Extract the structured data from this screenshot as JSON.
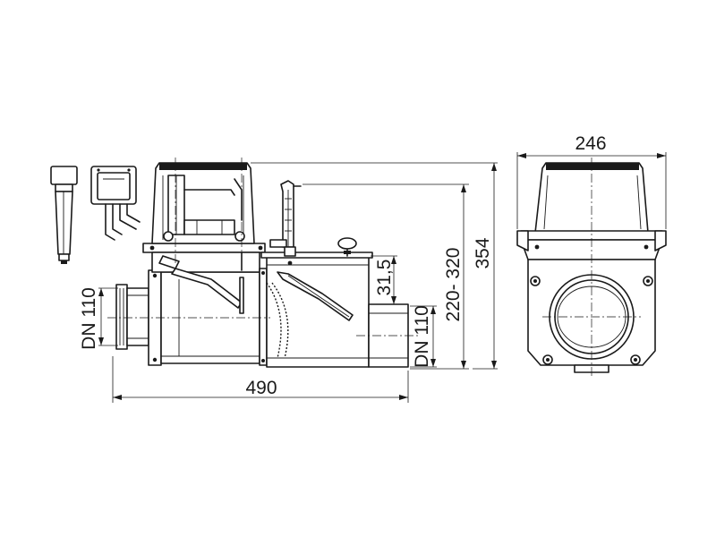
{
  "dimensions": {
    "width_side": "246",
    "length": "490",
    "height_total": "354",
    "height_range": "220- 320",
    "offset": "31,5",
    "inlet": "DN 110",
    "outlet": "DN 110"
  }
}
